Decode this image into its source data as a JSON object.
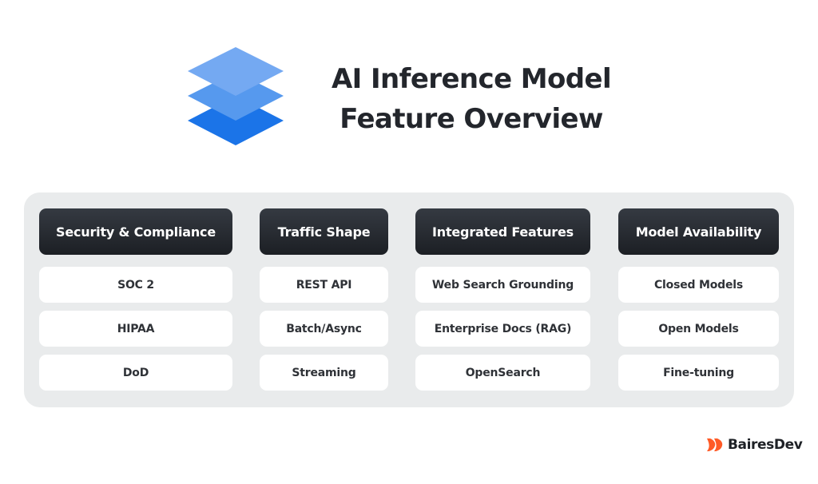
{
  "header": {
    "icon": "layers-icon",
    "title_line1": "AI Inference Model",
    "title_line2": "Feature Overview"
  },
  "columns": [
    {
      "title": "Security & Compliance",
      "items": [
        "SOC 2",
        "HIPAA",
        "DoD"
      ]
    },
    {
      "title": "Traffic Shape",
      "items": [
        "REST API",
        "Batch/Async",
        "Streaming"
      ]
    },
    {
      "title": "Integrated Features",
      "items": [
        "Web Search Grounding",
        "Enterprise Docs (RAG)",
        "OpenSearch"
      ]
    },
    {
      "title": "Model Availability",
      "items": [
        "Closed Models",
        "Open Models",
        "Fine-tuning"
      ]
    }
  ],
  "brand": {
    "name": "BairesDev",
    "icon": "bairesdev-logo-icon"
  },
  "colors": {
    "layer_top": "#74a9f2",
    "layer_middle": "#5699ee",
    "layer_bottom": "#1b74e8",
    "header_card": "#24282e",
    "panel_bg": "#e9ebec",
    "item_bg": "#ffffff",
    "title_text": "#23262c",
    "brand_accent": "#ff5a26"
  }
}
